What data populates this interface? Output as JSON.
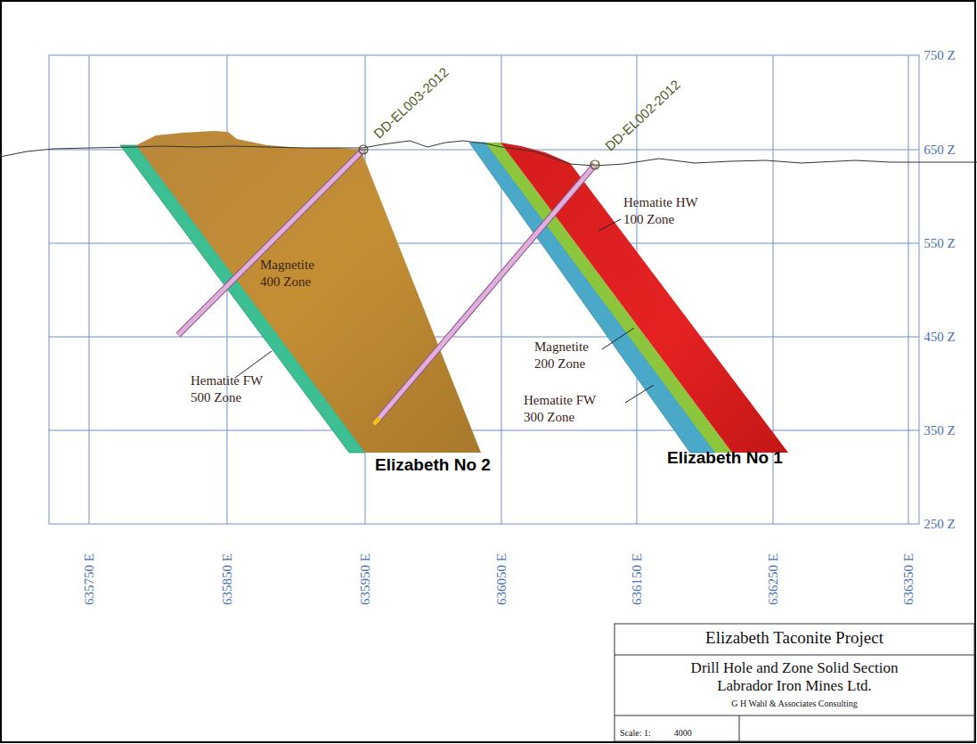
{
  "diagram": {
    "nodes": [
      {
        "text": [
          "Elizabeth Taconite Project"
        ]
      },
      {
        "text": [
          "Drill Hole and Zone Solid Section Labrador Iron Mines Ltd.",
          "G H Wahl & Associates Consulting"
        ]
      },
      {
        "text": [
          "Scale: 1:",
          "4000"
        ]
      }
    ],
    "labels": [
      "750 Z",
      "650 Z",
      "550 Z",
      "450 Z",
      "350 Z",
      "250 Z",
      "635750 E",
      "635850 E",
      "635950 E",
      "636050 E",
      "636150 E",
      "636250 E",
      "636350 E",
      "DD-EL003-2012",
      "DD-EL002-2012",
      "Magnetite 400 Zone",
      "Hematite FW 500 Zone",
      "Hematite HW 100 Zone",
      "Magnetite 200 Zone",
      "Hematite FW 300 Zone",
      "Elizabeth No 2",
      "Elizabeth No 1"
    ]
  }
}
